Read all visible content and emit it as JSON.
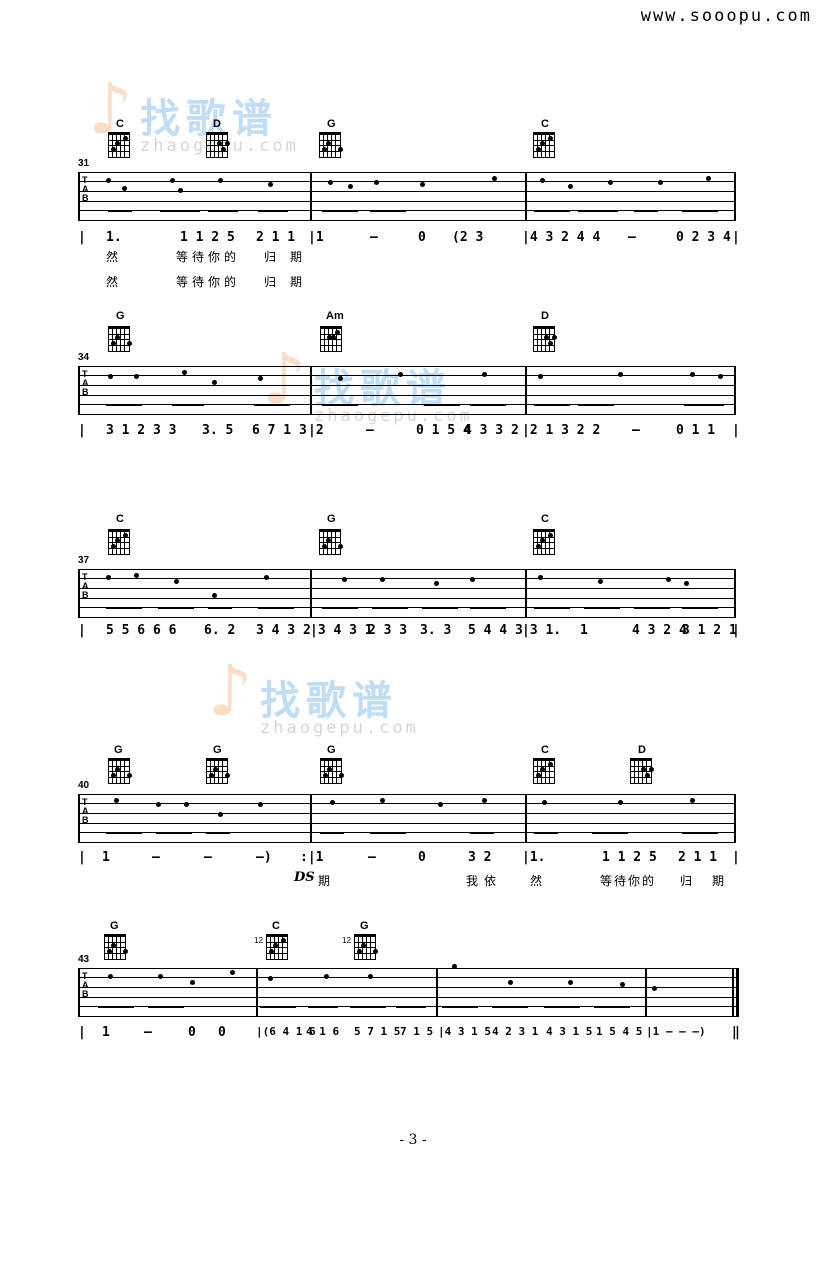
{
  "header": {
    "site": "www.sooopu.com"
  },
  "watermark": {
    "cn": "找歌谱",
    "en": "zhaogepu.com"
  },
  "systems": [
    {
      "measure_number": "31",
      "chords": [
        "C",
        "D",
        "G",
        "C"
      ],
      "jianpu": [
        "|",
        "1.",
        "1 1 2 5",
        "2 1 1",
        "|1",
        "—",
        "0",
        "(2 3",
        "|4 3 2 4 4",
        "—",
        "0 2 3 4",
        "|"
      ],
      "lyrics": [
        "然",
        "等待你的",
        "归",
        "期"
      ],
      "lyrics2": [
        "然",
        "等待你的",
        "归",
        "期"
      ]
    },
    {
      "measure_number": "34",
      "chords": [
        "G",
        "Am",
        "D"
      ],
      "jianpu": [
        "|",
        "3 1 2 3 3",
        "3. 5",
        "6 7 1 3",
        "|2",
        "—",
        "0 1 5 4",
        "4 3 3 2",
        "|2 1 3 2 2",
        "—",
        "0 1 1",
        "|"
      ]
    },
    {
      "measure_number": "37",
      "chords": [
        "C",
        "G",
        "C"
      ],
      "jianpu": [
        "|",
        "5 5 6 6 6",
        "6. 2",
        "3 4 3 2",
        "|3 4 3 1",
        "2 3 3",
        "3. 3",
        "5 4 4 3",
        "|3 1.",
        "1",
        "4 3 2 4",
        "3 1 2 1",
        "|"
      ]
    },
    {
      "measure_number": "40",
      "chords": [
        "G",
        "G",
        "G",
        "C",
        "D"
      ],
      "jianpu": [
        "|",
        "1",
        "—",
        "—",
        "—)",
        ":|1",
        "—",
        "0",
        "3 2",
        "|1.",
        "1 1 2 5",
        "2 1 1",
        "|"
      ],
      "ds": "DS",
      "lyrics": [
        "期",
        "我依",
        "然",
        "等待你的",
        "归",
        "期"
      ]
    },
    {
      "measure_number": "43",
      "chords": [
        "G",
        "C",
        "G"
      ],
      "fret_labels": [
        "12",
        "12"
      ],
      "jianpu": [
        "|",
        "1",
        "—",
        "0",
        "0",
        "|(6 4 1 6",
        "4 1 6",
        "5 7 1 5",
        "7 1 5",
        "|4 3 1 5",
        "4 2 3 1",
        "4 3 1 5",
        "1 5 4 5",
        "|1 — — —)",
        "‖"
      ]
    }
  ],
  "footer": {
    "page": "- 3 -"
  }
}
